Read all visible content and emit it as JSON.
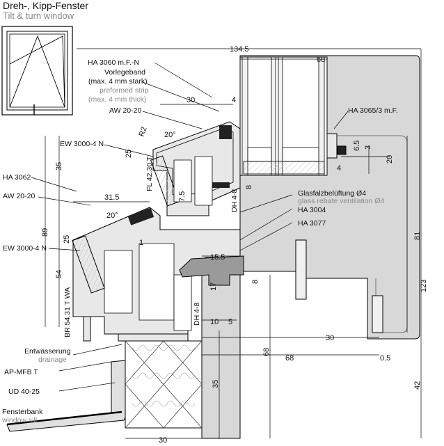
{
  "title": {
    "de": "Dreh-, Kipp-Fenster",
    "en": "Tilt & turn window"
  },
  "colors": {
    "wall": "#d6d6d6",
    "insulation": "#ffffff",
    "profile": "#e6e6e6",
    "gasket": "#222222",
    "glass": "#ffffff",
    "line": "#000000"
  },
  "labels": {
    "ha3060": "HA 3060 m.F.-N",
    "vorlegeband": "Vorlegeband",
    "vorlegeband_spec": "(max. 4 mm stark)",
    "preformed_strip": "preformed strip",
    "preformed_spec": "(max. 4 mm thick)",
    "aw2020_top": "AW 20-20",
    "ew3000_top": "EW 3000-4 N",
    "ha3062": "HA 3062",
    "aw2020_mid": "AW 20-20",
    "ew3000_bot": "EW 3000-4 N",
    "ha3065": "HA 3065/3 m.F.",
    "glasfalz_de": "Glasfalzbelüftung  Ø4",
    "glasfalz_en": "glass rebate ventilation Ø4",
    "ha3004": "HA 3004",
    "ha3077": "HA 3077",
    "entwaesserung": "Entwässerung",
    "drainage": "drainage",
    "apmfb": "AP-MFB T",
    "ud4025": "UD 40-25",
    "fensterbank": "Fensterbank",
    "window_sill": "window sill",
    "fl4230t": "FL 42.30 T",
    "br5431": "BR 54.31 T WA",
    "dh48_a": "DH 4-8",
    "dh48_b": "DH 4-8"
  },
  "dimensions": {
    "d134_5": "134.5",
    "d68_top": "68",
    "d30_top": "30",
    "d4_top": "4",
    "d6_5": "6.5",
    "d3": "3",
    "d20": "20",
    "d4_right": "4",
    "d81": "81",
    "d123": "123",
    "d42": "42",
    "d35_left": "35",
    "d89": "89",
    "d25_upper": "25",
    "d25_lower": "25",
    "d54": "54",
    "d31_5": "31.5",
    "d7_5": "7.5",
    "d8_upper": "8",
    "d1": "1",
    "d15_5": "15.5",
    "d17": "17",
    "d8_lower": "8",
    "d10": "10",
    "d5": "5",
    "d30_sill": "30",
    "d68_center": "68",
    "d68_vert": "68",
    "d0_5": "0.5",
    "d35_center": "35",
    "d30_bottom": "30",
    "r2": "R2",
    "ang20_top": "20°",
    "ang20_bot": "20°"
  }
}
